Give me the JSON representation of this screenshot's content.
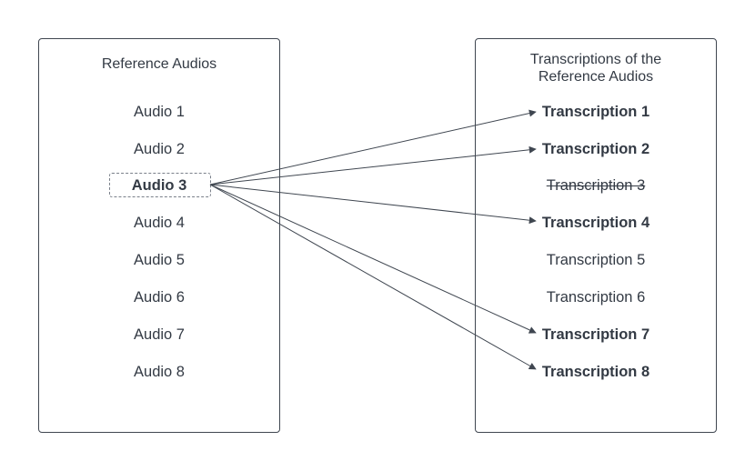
{
  "left": {
    "title": "Reference Audios",
    "items": [
      {
        "label": "Audio 1",
        "selected": false
      },
      {
        "label": "Audio 2",
        "selected": false
      },
      {
        "label": "Audio 3",
        "selected": true
      },
      {
        "label": "Audio 4",
        "selected": false
      },
      {
        "label": "Audio 5",
        "selected": false
      },
      {
        "label": "Audio 6",
        "selected": false
      },
      {
        "label": "Audio 7",
        "selected": false
      },
      {
        "label": "Audio 8",
        "selected": false
      }
    ]
  },
  "right": {
    "title": "Transcriptions of the\nReference Audios",
    "items": [
      {
        "label": "Transcription 1",
        "bold": true,
        "struck": false
      },
      {
        "label": "Transcription 2",
        "bold": true,
        "struck": false
      },
      {
        "label": "Transcription 3",
        "bold": false,
        "struck": true
      },
      {
        "label": "Transcription 4",
        "bold": true,
        "struck": false
      },
      {
        "label": "Transcription 5",
        "bold": false,
        "struck": false
      },
      {
        "label": "Transcription 6",
        "bold": false,
        "struck": false
      },
      {
        "label": "Transcription 7",
        "bold": true,
        "struck": false
      },
      {
        "label": "Transcription 8",
        "bold": true,
        "struck": false
      }
    ]
  },
  "connections": [
    {
      "from": "Audio 3",
      "to": "Transcription 1"
    },
    {
      "from": "Audio 3",
      "to": "Transcription 2"
    },
    {
      "from": "Audio 3",
      "to": "Transcription 4"
    },
    {
      "from": "Audio 3",
      "to": "Transcription 7"
    },
    {
      "from": "Audio 3",
      "to": "Transcription 8"
    }
  ],
  "colors": {
    "line": "#3f4650",
    "text": "#333a44"
  }
}
